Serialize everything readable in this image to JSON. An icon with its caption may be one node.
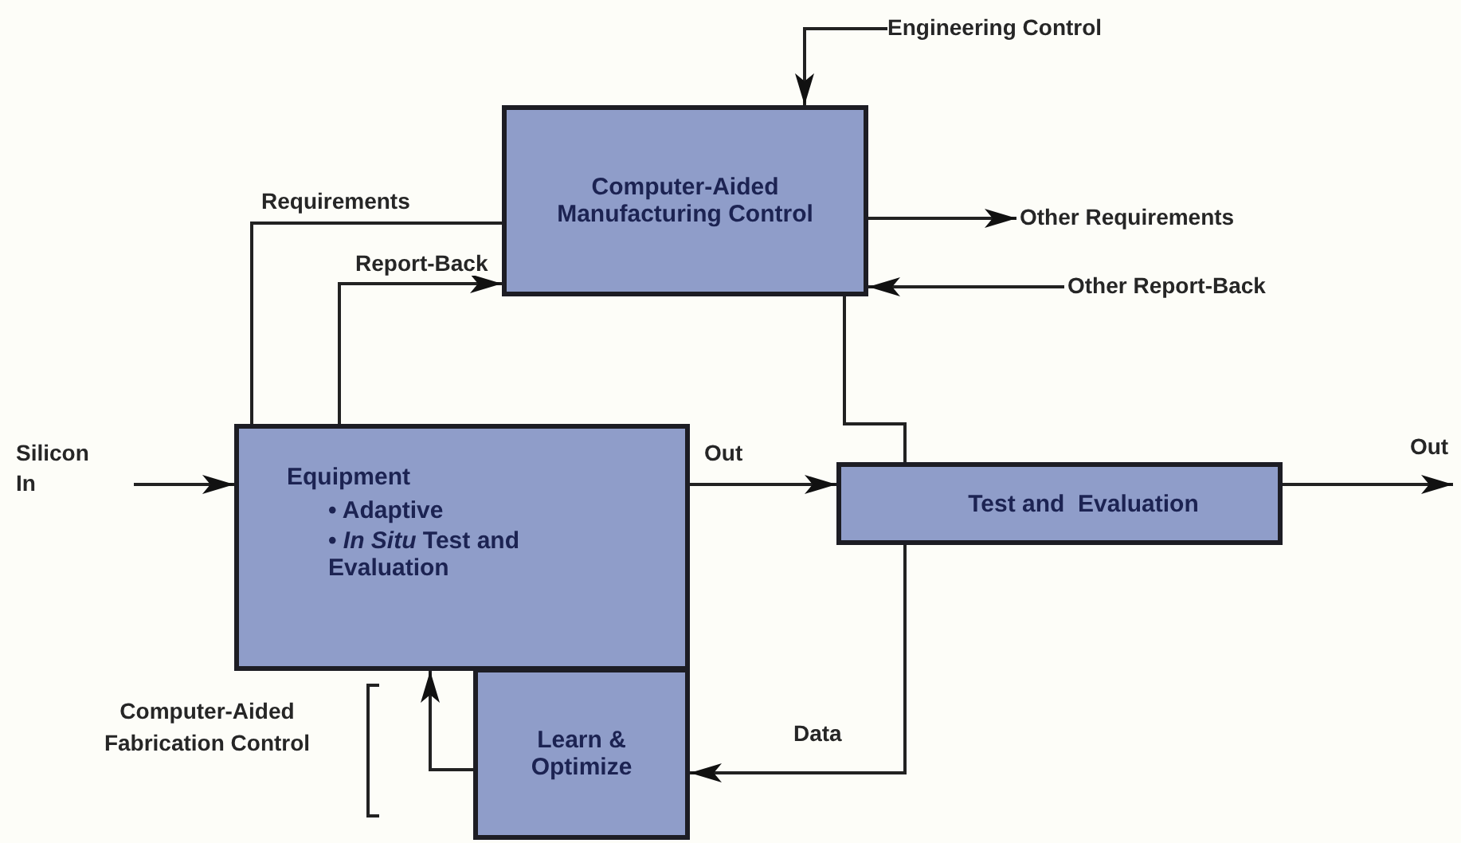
{
  "diagram": {
    "nodes": [
      {
        "text": [
          "Computer-Aided Manufacturing Control"
        ]
      },
      {
        "text": [
          "Equipment",
          "• Adaptive",
          "• *In Situ* Test and Evaluation"
        ]
      },
      {
        "text": [
          "Test and  Evaluation"
        ]
      },
      {
        "text": [
          "Learn & Optimize"
        ]
      },
      {
        "text": [
          "Engineering Control"
        ]
      },
      {
        "text": [
          "Silicon In"
        ]
      },
      {
        "text": [
          "Other Requirements"
        ]
      },
      {
        "text": [
          "Other Report-Back"
        ]
      }
    ],
    "edges": [
      {
        "from": 4,
        "to": 0,
        "arrow": "to"
      },
      {
        "from": 0,
        "to": 1,
        "arrow": "none",
        "label": "Requirements"
      },
      {
        "from": 1,
        "to": 0,
        "arrow": "to",
        "label": "Report-Back"
      },
      {
        "from": 0,
        "to": 6,
        "arrow": "to"
      },
      {
        "from": 7,
        "to": 0,
        "arrow": "to"
      },
      {
        "from": 0,
        "to": 2,
        "arrow": "none"
      },
      {
        "from": 5,
        "to": 1,
        "arrow": "to"
      },
      {
        "from": 1,
        "to": 2,
        "arrow": "to",
        "label": "Out"
      },
      {
        "from": 2,
        "to": null,
        "arrow": "to"
      },
      {
        "from": 2,
        "to": 3,
        "arrow": "to",
        "label": "Data"
      },
      {
        "from": 3,
        "to": 1,
        "arrow": "to"
      }
    ],
    "labels": [
      "Out",
      "Computer-Aided Fabrication Control"
    ]
  }
}
